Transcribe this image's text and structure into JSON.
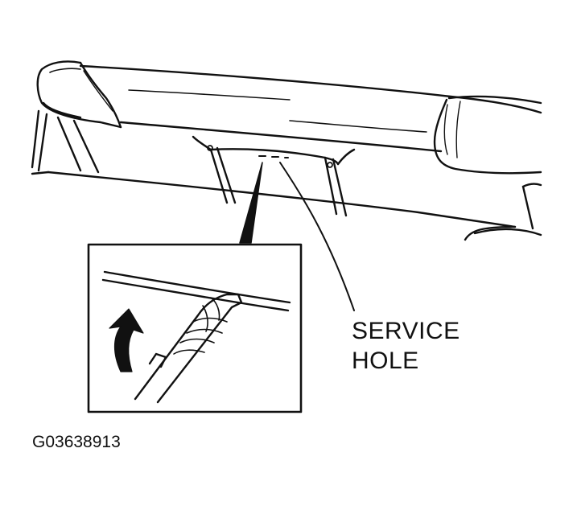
{
  "callout": {
    "line1": "SERVICE",
    "line2": "HOLE"
  },
  "figure_code": "G03638913",
  "colors": {
    "ink": "#111111",
    "paper": "#ffffff"
  }
}
